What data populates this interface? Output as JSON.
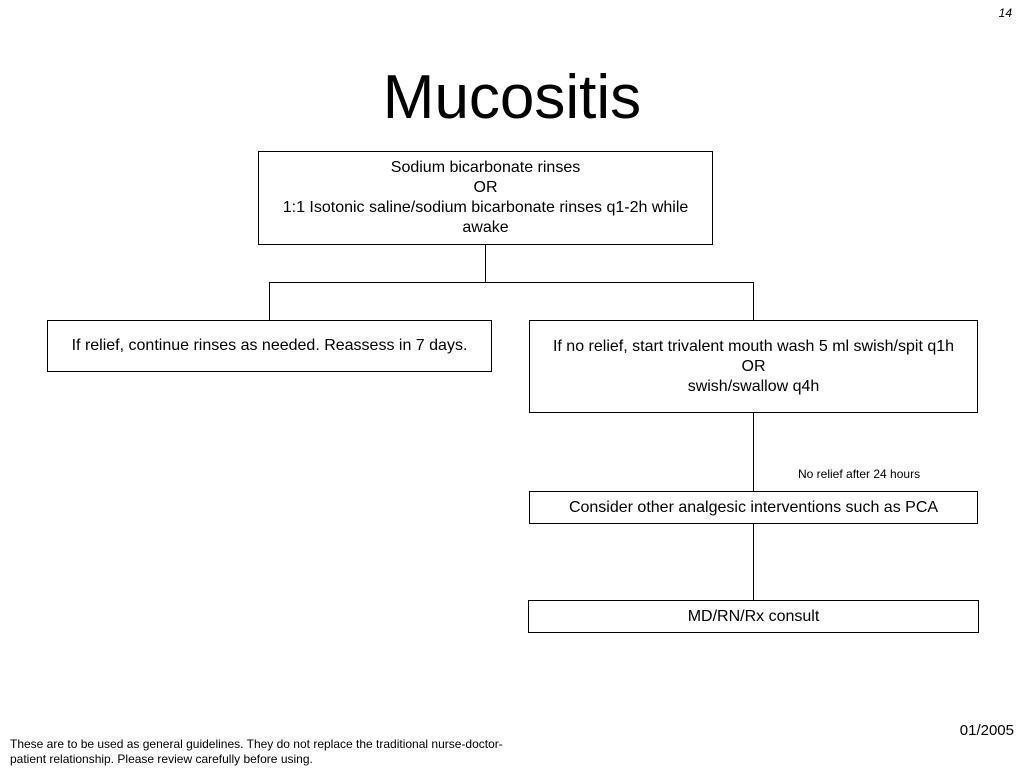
{
  "slide": {
    "number": "14",
    "title": "Mucositis",
    "date": "01/2005",
    "footer": "These are to be used as general guidelines. They do not replace the traditional nurse-doctor-patient relationship. Please review carefully before using."
  },
  "flowchart": {
    "start": {
      "line1": "Sodium bicarbonate rinses",
      "line2": "OR",
      "line3": "1:1 Isotonic saline/sodium bicarbonate rinses q1-2h while awake"
    },
    "relief": {
      "text": "If relief, continue rinses as needed.  Reassess in 7 days."
    },
    "no_relief": {
      "line1": "If no relief, start trivalent mouth wash 5 ml swish/spit q1h",
      "line2": "OR",
      "line3": "swish/swallow q4h"
    },
    "edge_label": "No relief after 24 hours",
    "analgesic": {
      "text": "Consider other analgesic interventions such as PCA"
    },
    "consult": {
      "text": "MD/RN/Rx consult"
    }
  }
}
